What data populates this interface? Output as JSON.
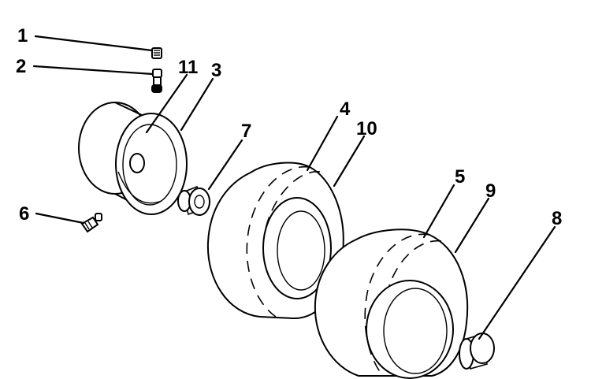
{
  "diagram": {
    "callouts": [
      {
        "id": "1",
        "label": "1",
        "part": "valve-cap"
      },
      {
        "id": "2",
        "label": "2",
        "part": "valve-stem"
      },
      {
        "id": "3",
        "label": "3",
        "part": "rim-half-inner"
      },
      {
        "id": "4",
        "label": "4",
        "part": "front-tire"
      },
      {
        "id": "5",
        "label": "5",
        "part": "rear-tire"
      },
      {
        "id": "6",
        "label": "6",
        "part": "grease-fitting"
      },
      {
        "id": "7",
        "label": "7",
        "part": "bearing-bushing"
      },
      {
        "id": "8",
        "label": "8",
        "part": "bushing"
      },
      {
        "id": "9",
        "label": "9",
        "part": "rear-inner-tube"
      },
      {
        "id": "10",
        "label": "10",
        "part": "front-inner-tube"
      },
      {
        "id": "11",
        "label": "11",
        "part": "wheel-rim"
      }
    ],
    "colors": {
      "line": "#000000",
      "background": "#ffffff"
    }
  }
}
